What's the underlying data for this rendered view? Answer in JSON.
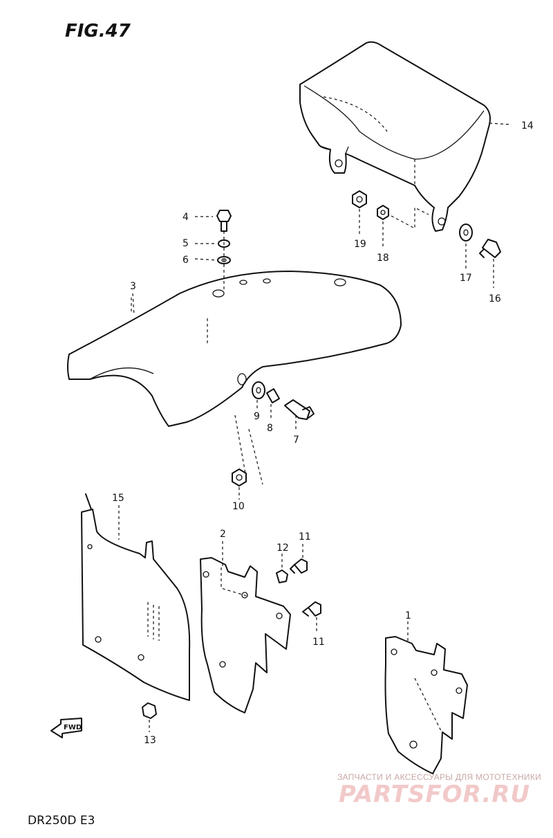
{
  "figure_title": "FIG.47",
  "model_code": "DR250D E3",
  "watermark": {
    "line1": "ЗАПЧАСТИ И АКСЕССУАРЫ ДЛЯ МОТОТЕХНИКИ",
    "line2": "PARTSFOR.RU"
  },
  "direction_tag": "FWD",
  "callouts": [
    "1",
    "2",
    "3",
    "4",
    "5",
    "6",
    "7",
    "8",
    "9",
    "10",
    "11",
    "11",
    "12",
    "13",
    "14",
    "15",
    "16",
    "17",
    "18",
    "19"
  ],
  "parts": [
    {
      "id": "rear-seat",
      "callout": "15"
    },
    {
      "id": "front-fender",
      "callout": "3"
    },
    {
      "id": "number-plate-bracket",
      "callout": "14"
    },
    {
      "id": "fender-bracket-upper",
      "callout": "2"
    },
    {
      "id": "fender-bracket-lower",
      "callout": "1"
    }
  ]
}
